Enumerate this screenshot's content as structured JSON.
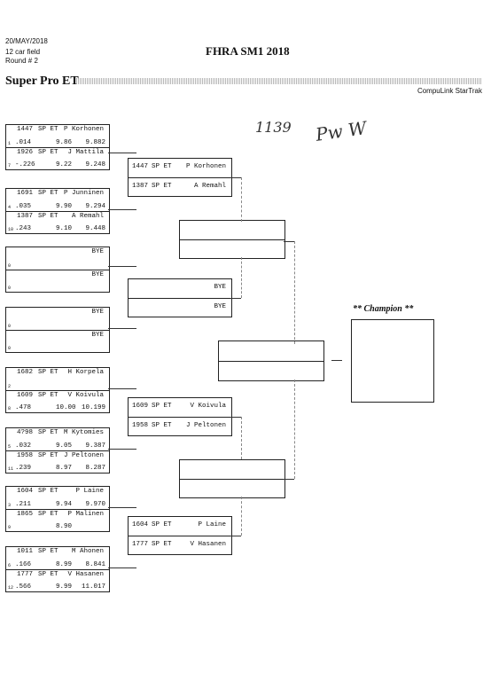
{
  "header": {
    "date": "20/MAY/2018",
    "field": "12 car field",
    "round": "Round # 2",
    "event_title": "FHRA SM1 2018",
    "class_title": "Super Pro ET",
    "software": "CompuLink StarTrak"
  },
  "handwriting": {
    "time": "1139",
    "initials": "Pw W"
  },
  "round1": [
    {
      "top": {
        "num": "1447",
        "cls": "SP ET",
        "name": "P Korhonen",
        "seed": "1",
        "rt": ".014",
        "dial": "9.86",
        "et": "9.882"
      },
      "bot": {
        "num": "1926",
        "cls": "SP ET",
        "name": "J Mattila",
        "seed": "7",
        "rt": "-.226",
        "dial": "9.22",
        "et": "9.248"
      }
    },
    {
      "top": {
        "num": "1691",
        "cls": "SP ET",
        "name": "P Junninen",
        "seed": "4",
        "rt": ".035",
        "dial": "9.90",
        "et": "9.294"
      },
      "bot": {
        "num": "1387",
        "cls": "SP ET",
        "name": "A Remahl",
        "seed": "10",
        "rt": ".243",
        "dial": "9.10",
        "et": "9.448"
      }
    },
    {
      "top": {
        "num": "",
        "cls": "",
        "name": "BYE",
        "seed": "0",
        "rt": "",
        "dial": "",
        "et": ""
      },
      "bot": {
        "num": "",
        "cls": "",
        "name": "BYE",
        "seed": "0",
        "rt": "",
        "dial": "",
        "et": ""
      }
    },
    {
      "top": {
        "num": "",
        "cls": "",
        "name": "BYE",
        "seed": "0",
        "rt": "",
        "dial": "",
        "et": ""
      },
      "bot": {
        "num": "",
        "cls": "",
        "name": "BYE",
        "seed": "0",
        "rt": "",
        "dial": "",
        "et": ""
      }
    },
    {
      "top": {
        "num": "1682",
        "cls": "SP ET",
        "name": "H Korpela",
        "seed": "2",
        "rt": "",
        "dial": "",
        "et": ""
      },
      "bot": {
        "num": "1609",
        "cls": "SP ET",
        "name": "V Koivula",
        "seed": "8",
        "rt": ".478",
        "dial": "10.00",
        "et": "10.199"
      }
    },
    {
      "top": {
        "num": "4?98",
        "cls": "SP ET",
        "name": "M Kytomies",
        "seed": "5",
        "rt": ".032",
        "dial": "9.05",
        "et": "9.387"
      },
      "bot": {
        "num": "1958",
        "cls": "SP ET",
        "name": "J Peltonen",
        "seed": "11",
        "rt": ".239",
        "dial": "8.97",
        "et": "8.287"
      }
    },
    {
      "top": {
        "num": "1604",
        "cls": "SP ET",
        "name": "P Laine",
        "seed": "3",
        "rt": ".211",
        "dial": "9.94",
        "et": "9.970"
      },
      "bot": {
        "num": "1865",
        "cls": "SP ET",
        "name": "P Malinen",
        "seed": "9",
        "rt": "",
        "dial": "8.90",
        "et": ""
      }
    },
    {
      "top": {
        "num": "1011",
        "cls": "SP ET",
        "name": "M Ahonen",
        "seed": "6",
        "rt": ".166",
        "dial": "8.99",
        "et": "8.841"
      },
      "bot": {
        "num": "1777",
        "cls": "SP ET",
        "name": "V Hasanen",
        "seed": "12",
        "rt": ".566",
        "dial": "9.99",
        "et": "11.017"
      }
    }
  ],
  "round2": [
    {
      "top": {
        "num": "1447",
        "cls": "SP ET",
        "name": "P Korhonen"
      },
      "bot": {
        "num": "1387",
        "cls": "SP ET",
        "name": "A Remahl"
      }
    },
    {
      "top": {
        "num": "",
        "cls": "",
        "name": "BYE"
      },
      "bot": {
        "num": "",
        "cls": "",
        "name": "BYE"
      }
    },
    {
      "top": {
        "num": "1609",
        "cls": "SP ET",
        "name": "V Koivula"
      },
      "bot": {
        "num": "1958",
        "cls": "SP ET",
        "name": "J Peltonen"
      }
    },
    {
      "top": {
        "num": "1604",
        "cls": "SP ET",
        "name": "P Laine"
      },
      "bot": {
        "num": "1777",
        "cls": "SP ET",
        "name": "V Hasanen"
      }
    }
  ],
  "champion_label": "** Champion **"
}
